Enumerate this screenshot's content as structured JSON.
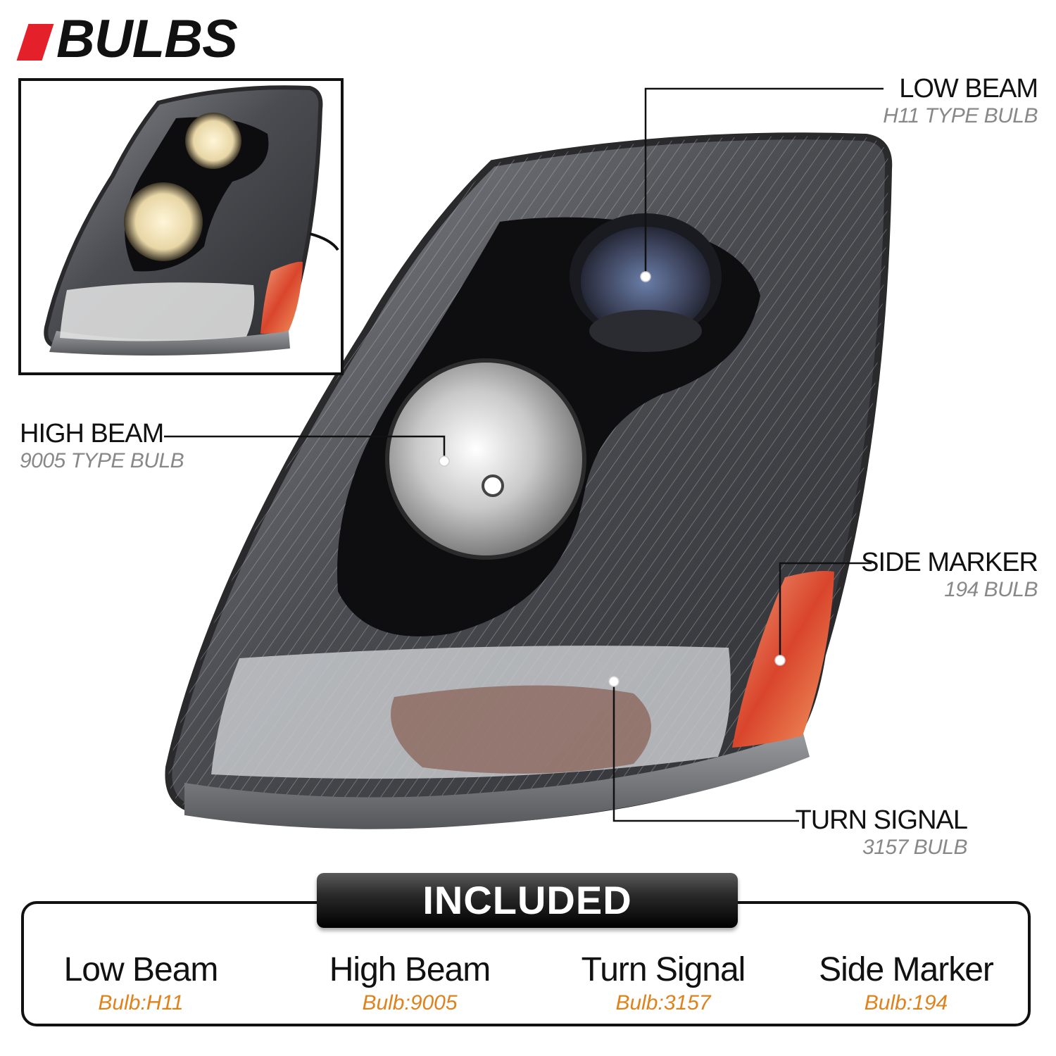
{
  "header": {
    "title": "BULBS",
    "accent_color": "#e4202a"
  },
  "callouts": [
    {
      "name": "LOW BEAM",
      "bulb": "H11 TYPE BULB"
    },
    {
      "name": "HIGH BEAM",
      "bulb": "9005 TYPE BULB"
    },
    {
      "name": "SIDE MARKER",
      "bulb": "194 BULB"
    },
    {
      "name": "TURN SIGNAL",
      "bulb": "3157 BULB"
    }
  ],
  "included": {
    "heading": "INCLUDED",
    "items": [
      {
        "name": "Low Beam",
        "bulb": "Bulb:H11"
      },
      {
        "name": "High Beam",
        "bulb": "Bulb:9005"
      },
      {
        "name": "Turn Signal",
        "bulb": "Bulb:3157"
      },
      {
        "name": "Side Marker",
        "bulb": "Bulb:194"
      }
    ],
    "bulb_text_color": "#e0821c"
  }
}
